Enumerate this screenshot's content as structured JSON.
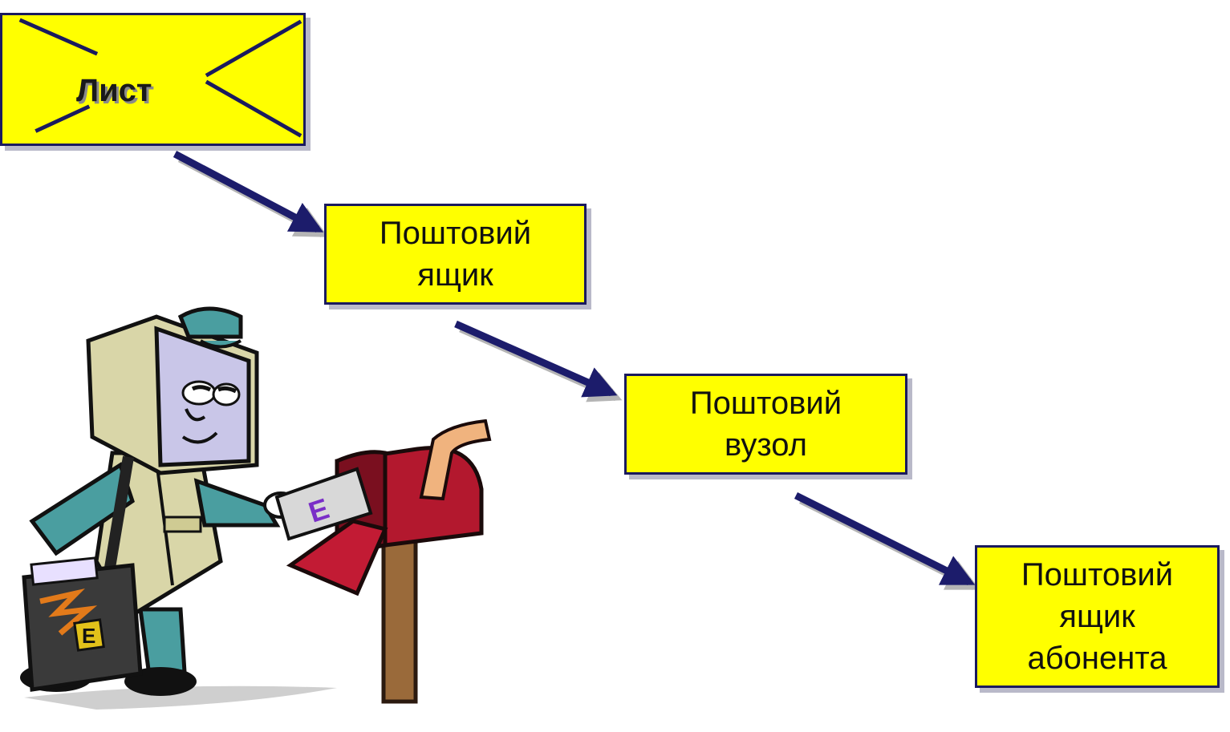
{
  "boxes": [
    {
      "lines": [
        "Лист"
      ]
    },
    {
      "lines": [
        "Поштовий",
        "ящик"
      ]
    },
    {
      "lines": [
        "Поштовий",
        "вузол"
      ]
    },
    {
      "lines": [
        "Поштовий",
        "ящик",
        "абонента"
      ]
    }
  ],
  "colors": {
    "box_fill": "#ffff00",
    "box_border": "#1a1a5e",
    "arrow": "#1c1c6b",
    "arrow_shadow": "#b5b5b5"
  },
  "illustration": {
    "name": "computer-mail-carrier-with-mailbox",
    "letter_mark": "E",
    "bag_mark": "E"
  }
}
